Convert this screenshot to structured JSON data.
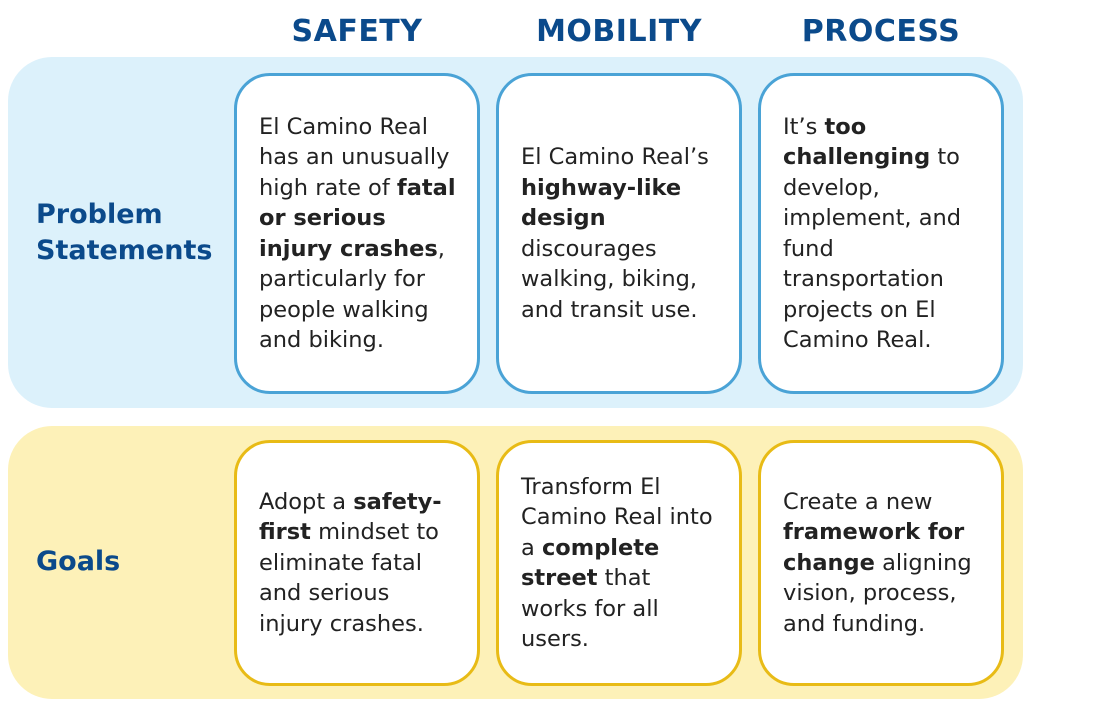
{
  "columns": {
    "safety": "SAFETY",
    "mobility": "MOBILITY",
    "process": "PROCESS"
  },
  "rows": {
    "problem_label_line1": "Problem",
    "problem_label_line2": "Statements",
    "goals_label": "Goals"
  },
  "problem_statements": {
    "safety": {
      "t1": "El Camino Real has an unusually high rate of ",
      "b1": "fatal or serious injury crashes",
      "t2": ", particularly for people walking and biking."
    },
    "mobility": {
      "t1": "El Camino Real’s ",
      "b1": "highway-like design",
      "t2": " discourages walking, biking, and transit use."
    },
    "process": {
      "t1": "It’s ",
      "b1": "too challenging",
      "t2": " to develop, implement, and fund transportation projects on El Camino Real."
    }
  },
  "goals": {
    "safety": {
      "t1": "Adopt a ",
      "b1": "safety-first",
      "t2": " mindset to eliminate fatal and serious injury crashes."
    },
    "mobility": {
      "t1": "Transform El Camino Real into a ",
      "b1": "complete street",
      "t2": " that works for all users."
    },
    "process": {
      "t1": "Create a new ",
      "b1": "framework for change",
      "t2": " aligning vision, process, and funding."
    }
  },
  "colors": {
    "heading_blue": "#0b4a8b",
    "problem_band": "#dcf1fb",
    "problem_border": "#4aa3d6",
    "goals_band": "#fdf1b8",
    "goals_border": "#e8bb16"
  }
}
